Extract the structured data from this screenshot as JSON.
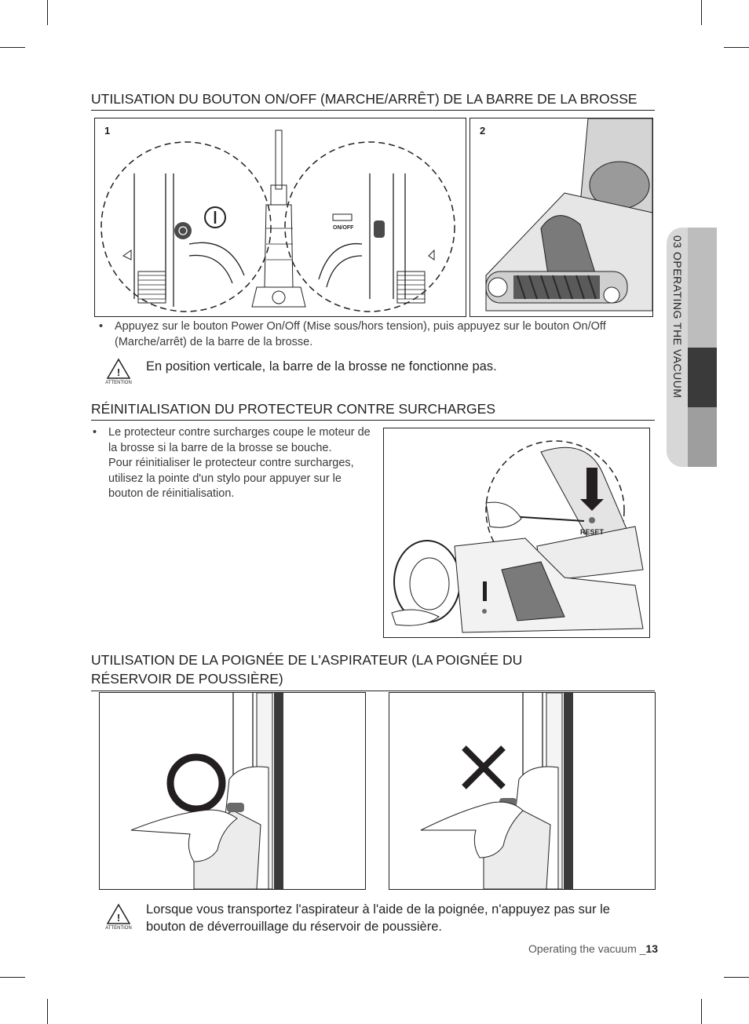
{
  "section1": {
    "title": "UTILISATION DU BOUTON ON/OFF (MARCHE/ARRÊT) DE LA BARRE DE LA BROSSE",
    "fig1_num": "1",
    "fig2_num": "2",
    "onoff_label": "ON/OFF",
    "bullet": "Appuyez sur le bouton Power On/Off (Mise sous/hors tension), puis appuyez sur le bouton On/Off (Marche/arrêt) de la barre de la brosse.",
    "warning": "En position verticale, la barre de la brosse ne fonctionne pas."
  },
  "section2": {
    "title": "RÉINITIALISATION DU PROTECTEUR CONTRE SURCHARGES",
    "bullet_line1": "Le protecteur contre surcharges coupe le moteur de la brosse si la barre de la brosse se bouche.",
    "bullet_line2": "Pour réinitialiser le protecteur contre surcharges, utilisez la pointe d'un stylo pour appuyer sur le bouton de réinitialisation.",
    "reset_label": "RESET"
  },
  "section3": {
    "title_line1": "UTILISATION DE LA POIGNÉE DE L'ASPIRATEUR (LA POIGNÉE DU",
    "title_line2": "RÉSERVOIR DE POUSSIÈRE)",
    "warning": "Lorsque vous transportez l'aspirateur à l'aide de la poignée, n'appuyez pas sur le bouton de déverrouillage du réservoir de poussière."
  },
  "attention_label": "ATTENTION",
  "side_tab": "03  OPERATING THE VACUUM",
  "footer": {
    "text": "Operating the vacuum _",
    "page": "13"
  }
}
